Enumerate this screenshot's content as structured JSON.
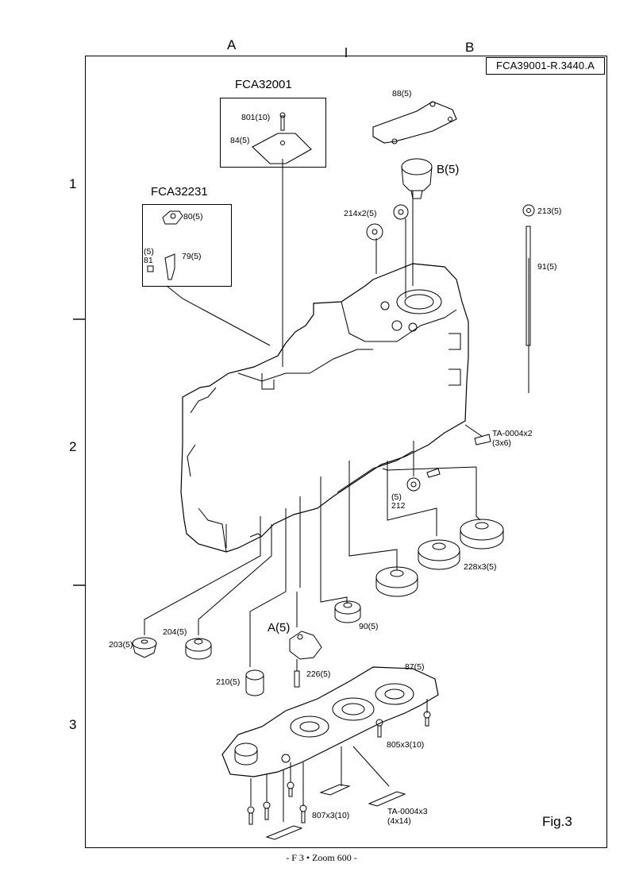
{
  "header": {
    "columns": [
      "A",
      "B"
    ],
    "reference_code": "FCA39001-R.3440.A"
  },
  "rows": [
    "1",
    "2",
    "3"
  ],
  "sub_assemblies": {
    "fca32001": {
      "title": "FCA32001",
      "parts": [
        "801(10)",
        "84(5)"
      ]
    },
    "fca32231": {
      "title": "FCA32231",
      "parts": [
        "80(5)",
        "(5)",
        "81",
        "79(5)"
      ]
    }
  },
  "parts": {
    "p88": "88(5)",
    "pB": "B(5)",
    "p214": "214x2(5)",
    "p213": "213(5)",
    "p91": "91(5)",
    "pTA1a": "TA-0004x2",
    "pTA1b": "(3x6)",
    "p212a": "(5)",
    "p212b": "212",
    "p228": "228x3(5)",
    "p90": "90(5)",
    "pA": "A(5)",
    "p203": "203(5)",
    "p204": "204(5)",
    "p210": "210(5)",
    "p226": "226(5)",
    "p87": "87(5)",
    "p805": "805x3(10)",
    "p807": "807x3(10)",
    "pTA2a": "TA-0004x3",
    "pTA2b": "(4x14)"
  },
  "figure_label": "Fig.3",
  "footer": "- F 3 • Zoom 600 -"
}
